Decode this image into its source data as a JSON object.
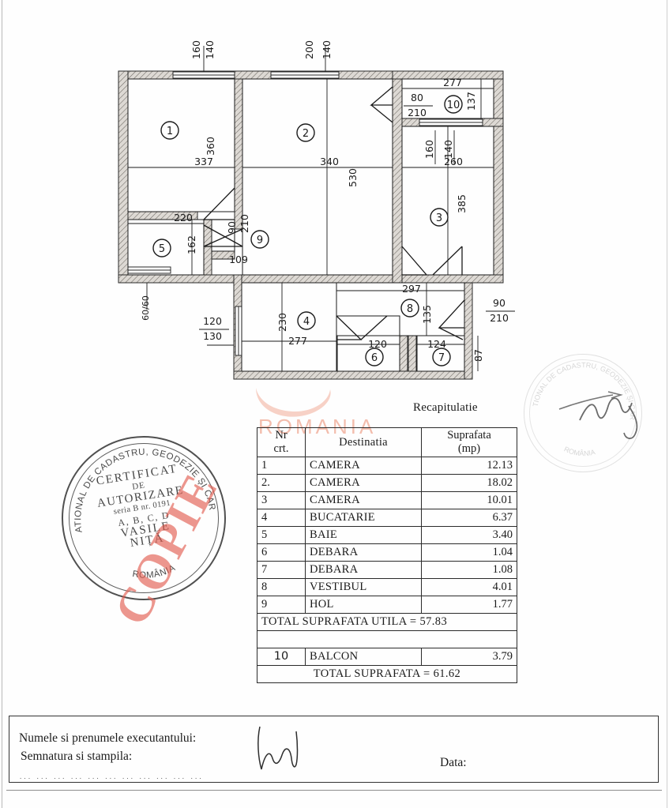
{
  "document": {
    "type": "cadastral-floor-plan",
    "recap_title": "Recapitulatie"
  },
  "table": {
    "headers": {
      "nr_line1": "Nr",
      "nr_line2": "crt.",
      "destination": "Destinatia",
      "area_line1": "Suprafata",
      "area_line2": "(mp)"
    },
    "rows": [
      {
        "nr": "1",
        "destination": "CAMERA",
        "area": "12.13"
      },
      {
        "nr": "2.",
        "destination": "CAMERA",
        "area": "18.02"
      },
      {
        "nr": "3",
        "destination": "CAMERA",
        "area": "10.01"
      },
      {
        "nr": "4",
        "destination": "BUCATARIE",
        "area": "6.37"
      },
      {
        "nr": "5",
        "destination": "BAIE",
        "area": "3.40"
      },
      {
        "nr": "6",
        "destination": "DEBARA",
        "area": "1.04"
      },
      {
        "nr": "7",
        "destination": "DEBARA",
        "area": "1.08"
      },
      {
        "nr": "8",
        "destination": "VESTIBUL",
        "area": "4.01"
      },
      {
        "nr": "9",
        "destination": "HOL",
        "area": "1.77"
      }
    ],
    "total_utila": "TOTAL SUPRAFATA UTILA = 57.83",
    "balcony_row": {
      "nr": "10",
      "destination": "BALCON",
      "area": "3.79"
    },
    "total_general": "TOTAL SUPRAFATA = 61.62"
  },
  "plan": {
    "room_numbers": [
      "1",
      "2",
      "3",
      "4",
      "5",
      "6",
      "7",
      "8",
      "9",
      "10"
    ],
    "dimensions": {
      "room1_width": "337",
      "room1_height": "360",
      "room1_window_a": "160",
      "room1_window_b": "140",
      "room2_width": "340",
      "room2_height": "530",
      "room2_window_a": "200",
      "room2_window_b": "140",
      "room3_width": "260",
      "room3_height": "385",
      "room3_window_a": "160",
      "room3_window_b": "140",
      "room4_width": "277",
      "room4_height": "230",
      "room5_width": "220",
      "room5_height": "162",
      "room6_width": "120",
      "room7_width": "124",
      "room7_height": "87",
      "room8_width": "297",
      "room8_height": "135",
      "room9_width": "109",
      "balcony_width": "277",
      "balcony_height": "137",
      "door_hol_top": "90",
      "door_hol_bottom": "210",
      "door_balcony_top": "80",
      "door_balcony_bottom": "210",
      "door_entry_top": "90",
      "door_entry_bottom": "210",
      "kitchen_window_top": "120",
      "kitchen_window_bottom": "130",
      "bath_window": "60/60"
    }
  },
  "stamp_main": {
    "outer_text": "OFICIUL NATIONAL DE CADASTRU, GEODEZIE ȘI CARTOGRAFIE",
    "outer_bottom": "ROMÂNIA",
    "line1": "CERTIFICAT",
    "line2": "DE",
    "line3": "AUTORIZARE",
    "line4": "seria B nr. 0191",
    "line5": "A, B, C, D",
    "line6": "VASILE",
    "line7": "NIȚĂ"
  },
  "watermarks": {
    "copie": "COPIE",
    "romania": "ROMANIA",
    "copie_color": "#e2584a",
    "romania_color": "#f0a58f"
  },
  "footer": {
    "name_label": "Numele si prenumele executantului:",
    "signature_label": "Semnatura si stampila:",
    "date_label": "Data:",
    "dots": "... ... ... ... ... ... ... ... ... ... ..."
  }
}
